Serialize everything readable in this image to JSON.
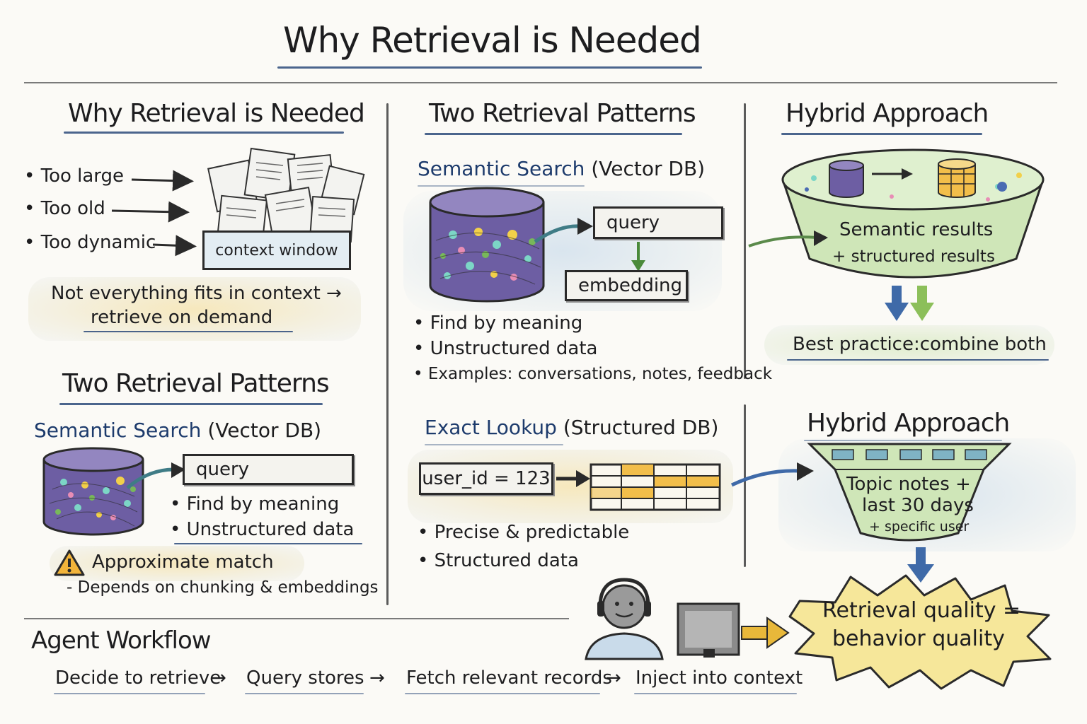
{
  "title": "Why Retrieval is Needed",
  "left_top": {
    "heading": "Why Retrieval is Needed",
    "reasons": [
      "Too large",
      "Too old",
      "Too dynamic"
    ],
    "context_label": "context window",
    "note_line1": "Not everything fits in context →",
    "note_line2": "retrieve on demand"
  },
  "left_bottom": {
    "heading": "Two Retrieval Patterns",
    "semantic_title": "Semantic Search",
    "semantic_sub": "(Vector DB)",
    "query": "query",
    "bullets": [
      "Find by meaning",
      "Unstructured data"
    ],
    "warning_icon": "warning-icon",
    "warning": "Approximate match",
    "warning_detail": "- Depends on chunking & embeddings"
  },
  "middle_top": {
    "heading": "Two Retrieval Patterns",
    "semantic_title": "Semantic Search",
    "semantic_sub": "(Vector DB)",
    "query": "query",
    "embedding": "embedding",
    "bullets": [
      "Find by meaning",
      "Unstructured data",
      "Examples: conversations, notes, feedback"
    ]
  },
  "middle_bottom": {
    "exact_title": "Exact Lookup",
    "exact_sub": "(Structured DB)",
    "lookup_key": "user_id = 123",
    "bullets": [
      "Precise & predictable",
      "Structured data"
    ]
  },
  "right_top": {
    "heading": "Hybrid Approach",
    "funnel_line1": "Semantic results",
    "funnel_line2": "+ structured results",
    "best_practice": "Best practice:combine both"
  },
  "right_bottom": {
    "heading": "Hybrid Approach",
    "funnel_line1": "Topic notes +",
    "funnel_line2": "last 30 days",
    "funnel_line3": "+ specific user",
    "result_line1": "Retrieval quality =",
    "result_line2": "behavior quality"
  },
  "workflow": {
    "heading": "Agent Workflow",
    "steps": [
      "Decide to retrieve",
      "Query stores",
      "Fetch relevant records",
      "Inject into context"
    ]
  },
  "colors": {
    "accent_blue": "#1d3b6c",
    "db_purple": "#6a5a9c",
    "funnel_green": "#cfe6b8",
    "table_yellow": "#f2be4a",
    "burst_yellow": "#f6e79a"
  }
}
